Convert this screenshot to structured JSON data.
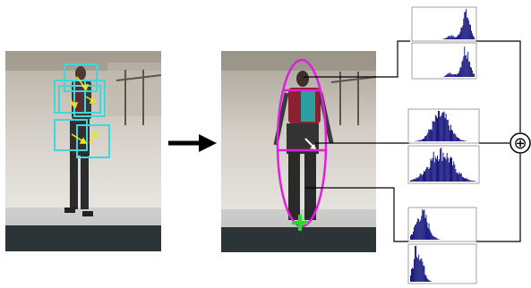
{
  "figure": {
    "left_photo": {
      "person_box_count": 6,
      "box_color": "#3fd7dc",
      "arrow_color": "#f2e322"
    },
    "arrow_symbol": "right-arrow-icon",
    "right_photo": {
      "ellipse_color": "#e01ee0",
      "center_marker_color": "#22dd22",
      "direction_arrow_color": "#ffffff",
      "segments": [
        "head-torso",
        "middle",
        "legs"
      ]
    },
    "histograms": {
      "bar_color": "#0a0a78",
      "groups": [
        {
          "name": "upper",
          "top_shape": "skew-high",
          "bottom_shape": "skew-high"
        },
        {
          "name": "middle",
          "top_shape": "bell",
          "bottom_shape": "bell-wide"
        },
        {
          "name": "lower",
          "top_shape": "skew-low",
          "bottom_shape": "skew-low-spike"
        }
      ]
    },
    "combine_symbol": "⊕"
  }
}
